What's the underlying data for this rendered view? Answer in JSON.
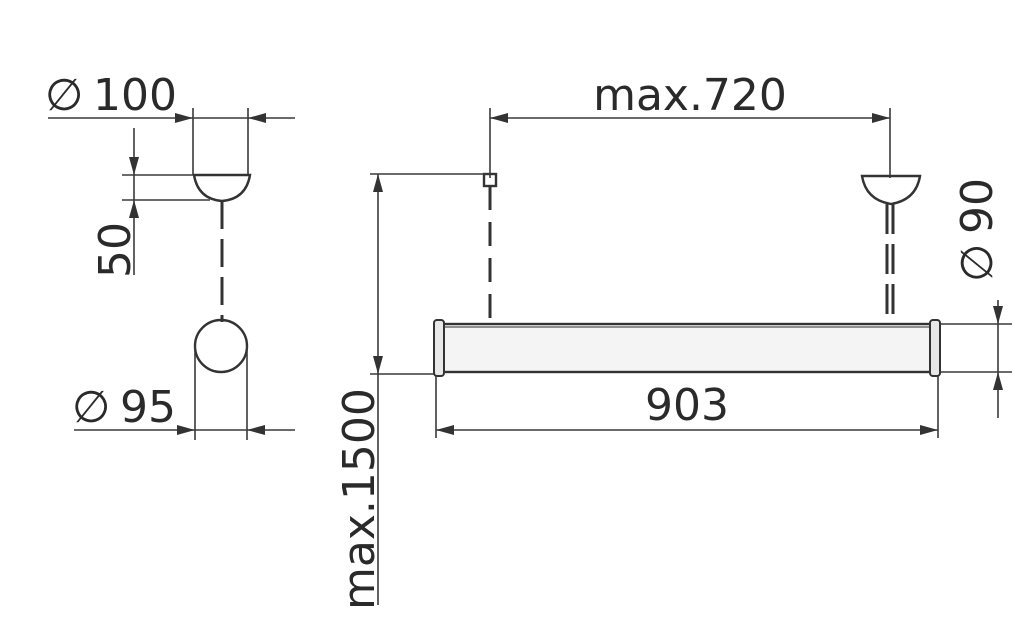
{
  "side_view": {
    "canopy_diameter": "100",
    "canopy_height": "50",
    "tube_diameter": "95",
    "diameter_symbol": "∅"
  },
  "front_view": {
    "suspension_spacing": "max.720",
    "overall_height": "max.1500",
    "length": "903",
    "cap_diameter": "90"
  }
}
